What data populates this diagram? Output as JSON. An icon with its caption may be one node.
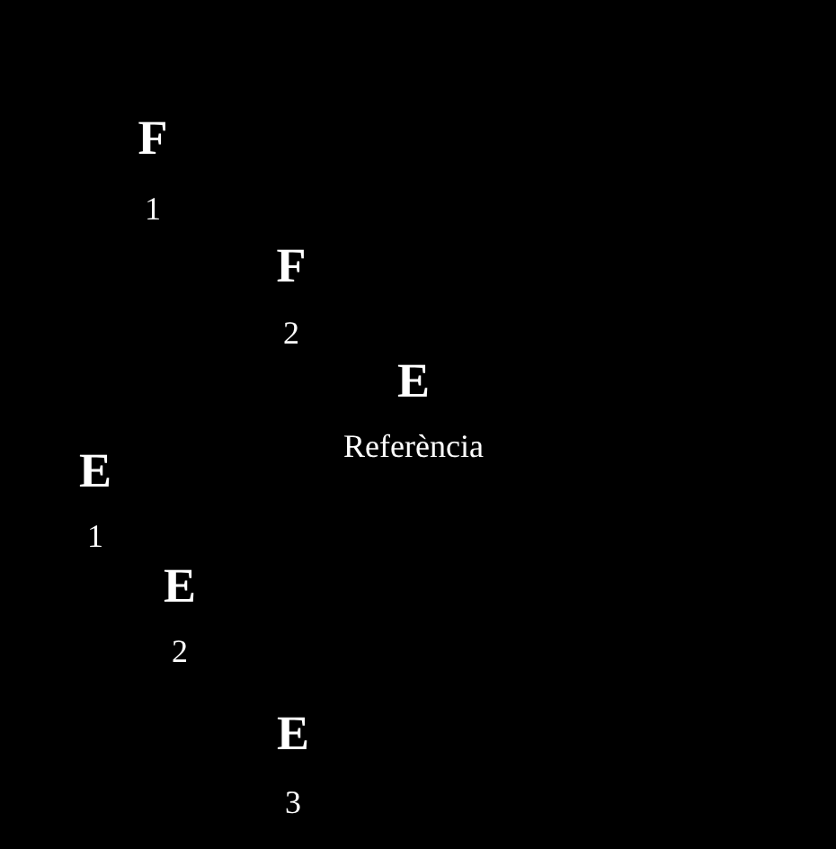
{
  "diagram": {
    "labels": [
      "F",
      "1",
      "F",
      "2",
      "E",
      "Referència",
      "E",
      "1",
      "E",
      "2",
      "E",
      "3"
    ]
  }
}
